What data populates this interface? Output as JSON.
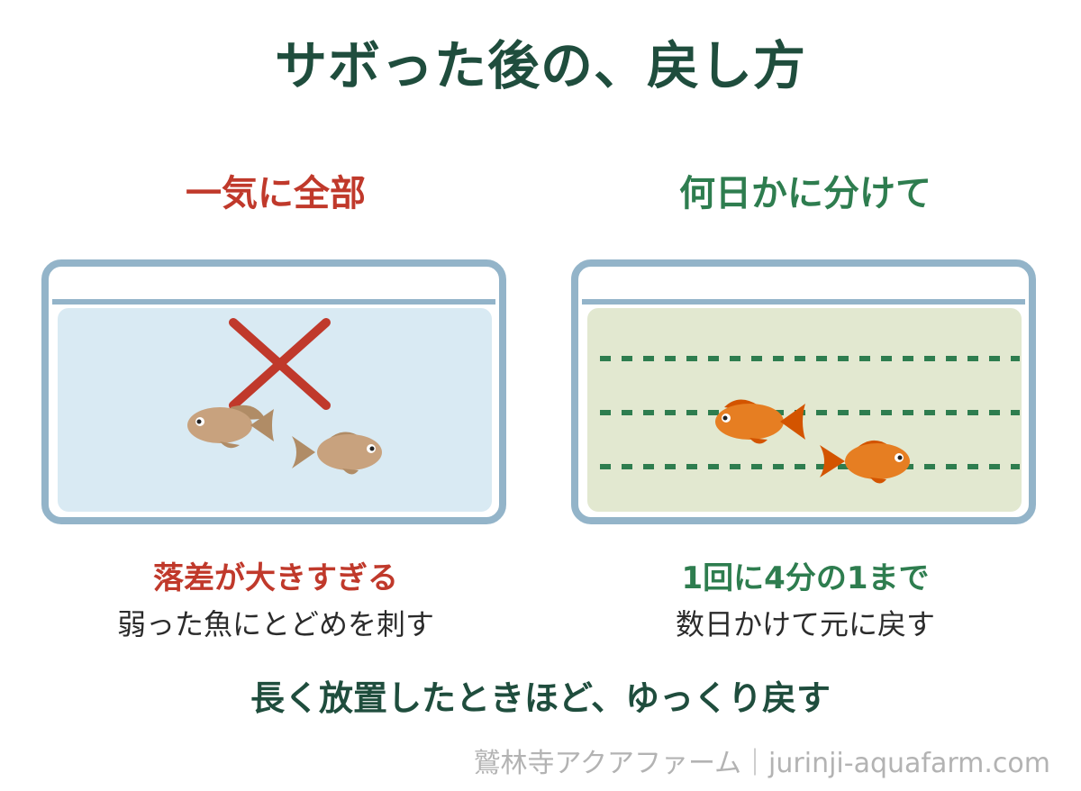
{
  "title": "サボった後の、戻し方",
  "left": {
    "heading": "一気に全部",
    "caption_main": "落差が大きすぎる",
    "caption_sub": "弱った魚にとどめを刺す",
    "water_color": "#d9eaf3",
    "mark": "x-icon",
    "mark_color": "#c0392b",
    "fish_color": "#c8a27e",
    "heading_color": "#c0392b"
  },
  "right": {
    "heading": "何日かに分けて",
    "caption_main": "1回に4分の1まで",
    "caption_sub": "数日かけて元に戻す",
    "water_color": "#e2e8d0",
    "dash_color": "#2e7d4f",
    "fish_color": "#e67e22",
    "heading_color": "#2e7d4f"
  },
  "bottom_note": "長く放置したときほど、ゆっくり戻す",
  "credit": "鷲林寺アクアファーム｜jurinji-aquafarm.com",
  "colors": {
    "title": "#1f4d3d",
    "tank_frame": "#93b4c9"
  }
}
